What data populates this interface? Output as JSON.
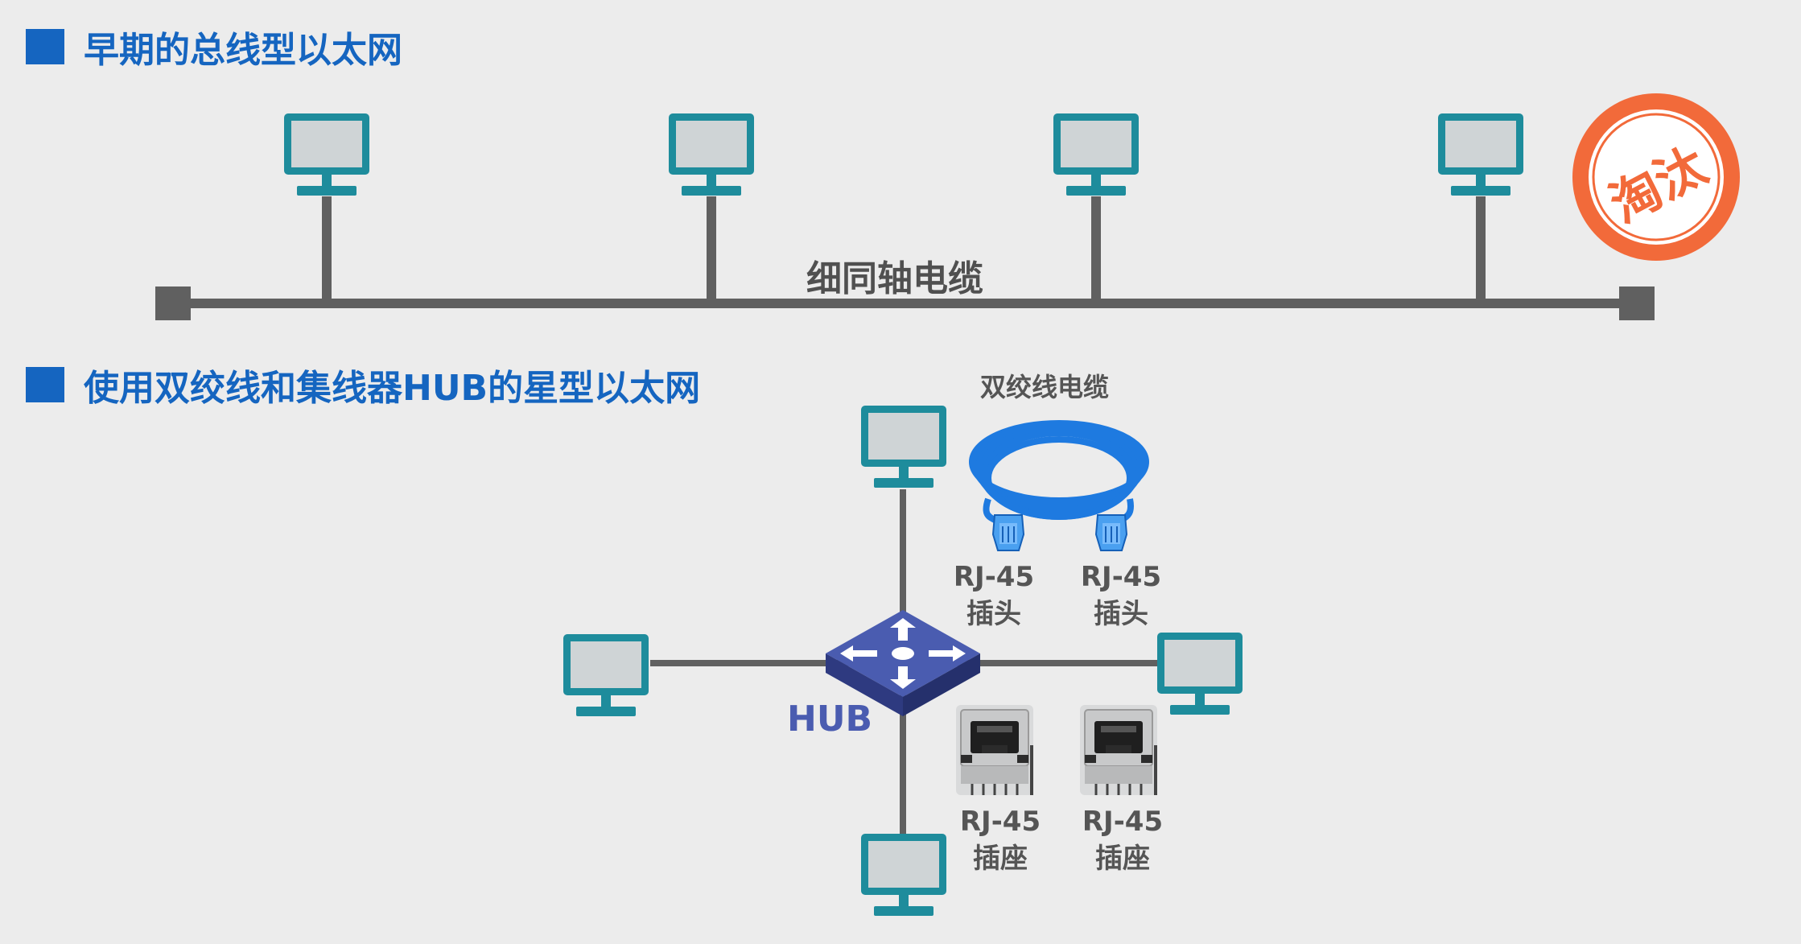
{
  "section1": {
    "heading": "早期的总线型以太网",
    "bus_label": "细同轴电缆",
    "stamp": "淘汰"
  },
  "section2": {
    "heading": "使用双绞线和集线器HUB的星型以太网",
    "hub_label": "HUB",
    "cable_label": "双绞线电缆",
    "plug_label_1": "RJ-45",
    "plug_label_1b": "插头",
    "plug_label_2": "RJ-45",
    "plug_label_2b": "插头",
    "jack_label_1": "RJ-45",
    "jack_label_1b": "插座",
    "jack_label_2": "RJ-45",
    "jack_label_2b": "插座"
  },
  "colors": {
    "accent": "#1565c0",
    "computer_frame": "#1e8c9c",
    "bus_line": "#606060",
    "stamp": "#f26a3a",
    "hub": "#3d4fa0",
    "cable": "#1e7ae0"
  }
}
